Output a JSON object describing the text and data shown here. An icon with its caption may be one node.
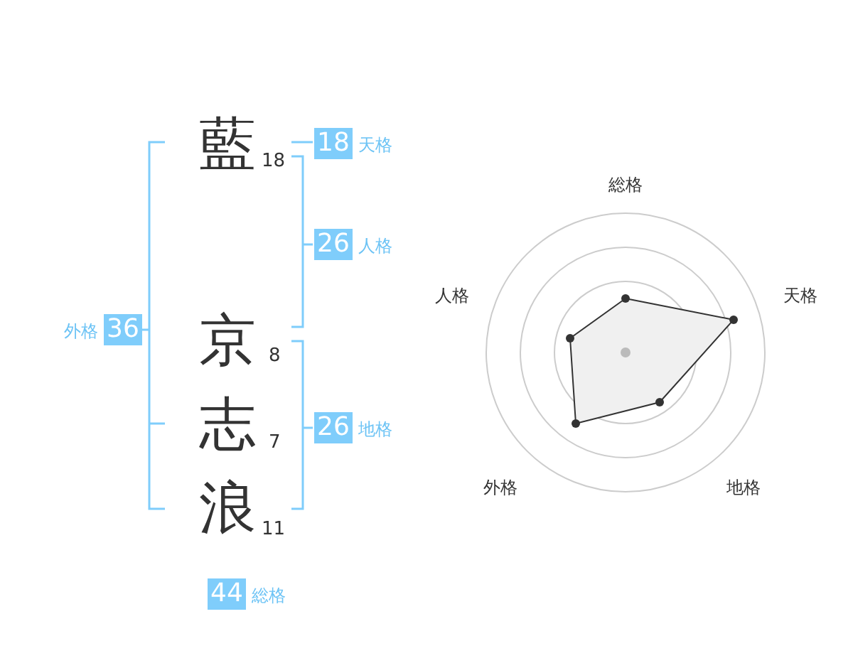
{
  "diagram": {
    "nodes": [
      {
        "text": [
          "18"
        ],
        "beside": [
          "天格"
        ]
      },
      {
        "text": [
          "26"
        ],
        "beside": [
          "人格"
        ]
      },
      {
        "text": [
          "36"
        ],
        "beside": [
          "外格"
        ]
      },
      {
        "text": [
          "26"
        ],
        "beside": [
          "地格"
        ]
      },
      {
        "text": [
          "44"
        ],
        "beside": [
          "総格"
        ]
      }
    ],
    "labels": [
      "藍",
      "18",
      "京",
      "8",
      "志",
      "7",
      "浪",
      "11",
      "総格",
      "人格",
      "天格",
      "外格",
      "地格"
    ]
  }
}
